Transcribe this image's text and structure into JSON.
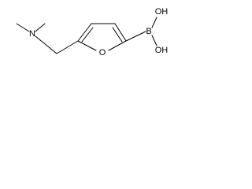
{
  "molecule": {
    "atoms": {
      "n": "N",
      "o_ring": "O",
      "b": "B",
      "oh1": "OH",
      "oh2": "OH"
    }
  },
  "colors": {
    "bond": "#000000",
    "label": "#000000",
    "background": "#ffffff"
  }
}
